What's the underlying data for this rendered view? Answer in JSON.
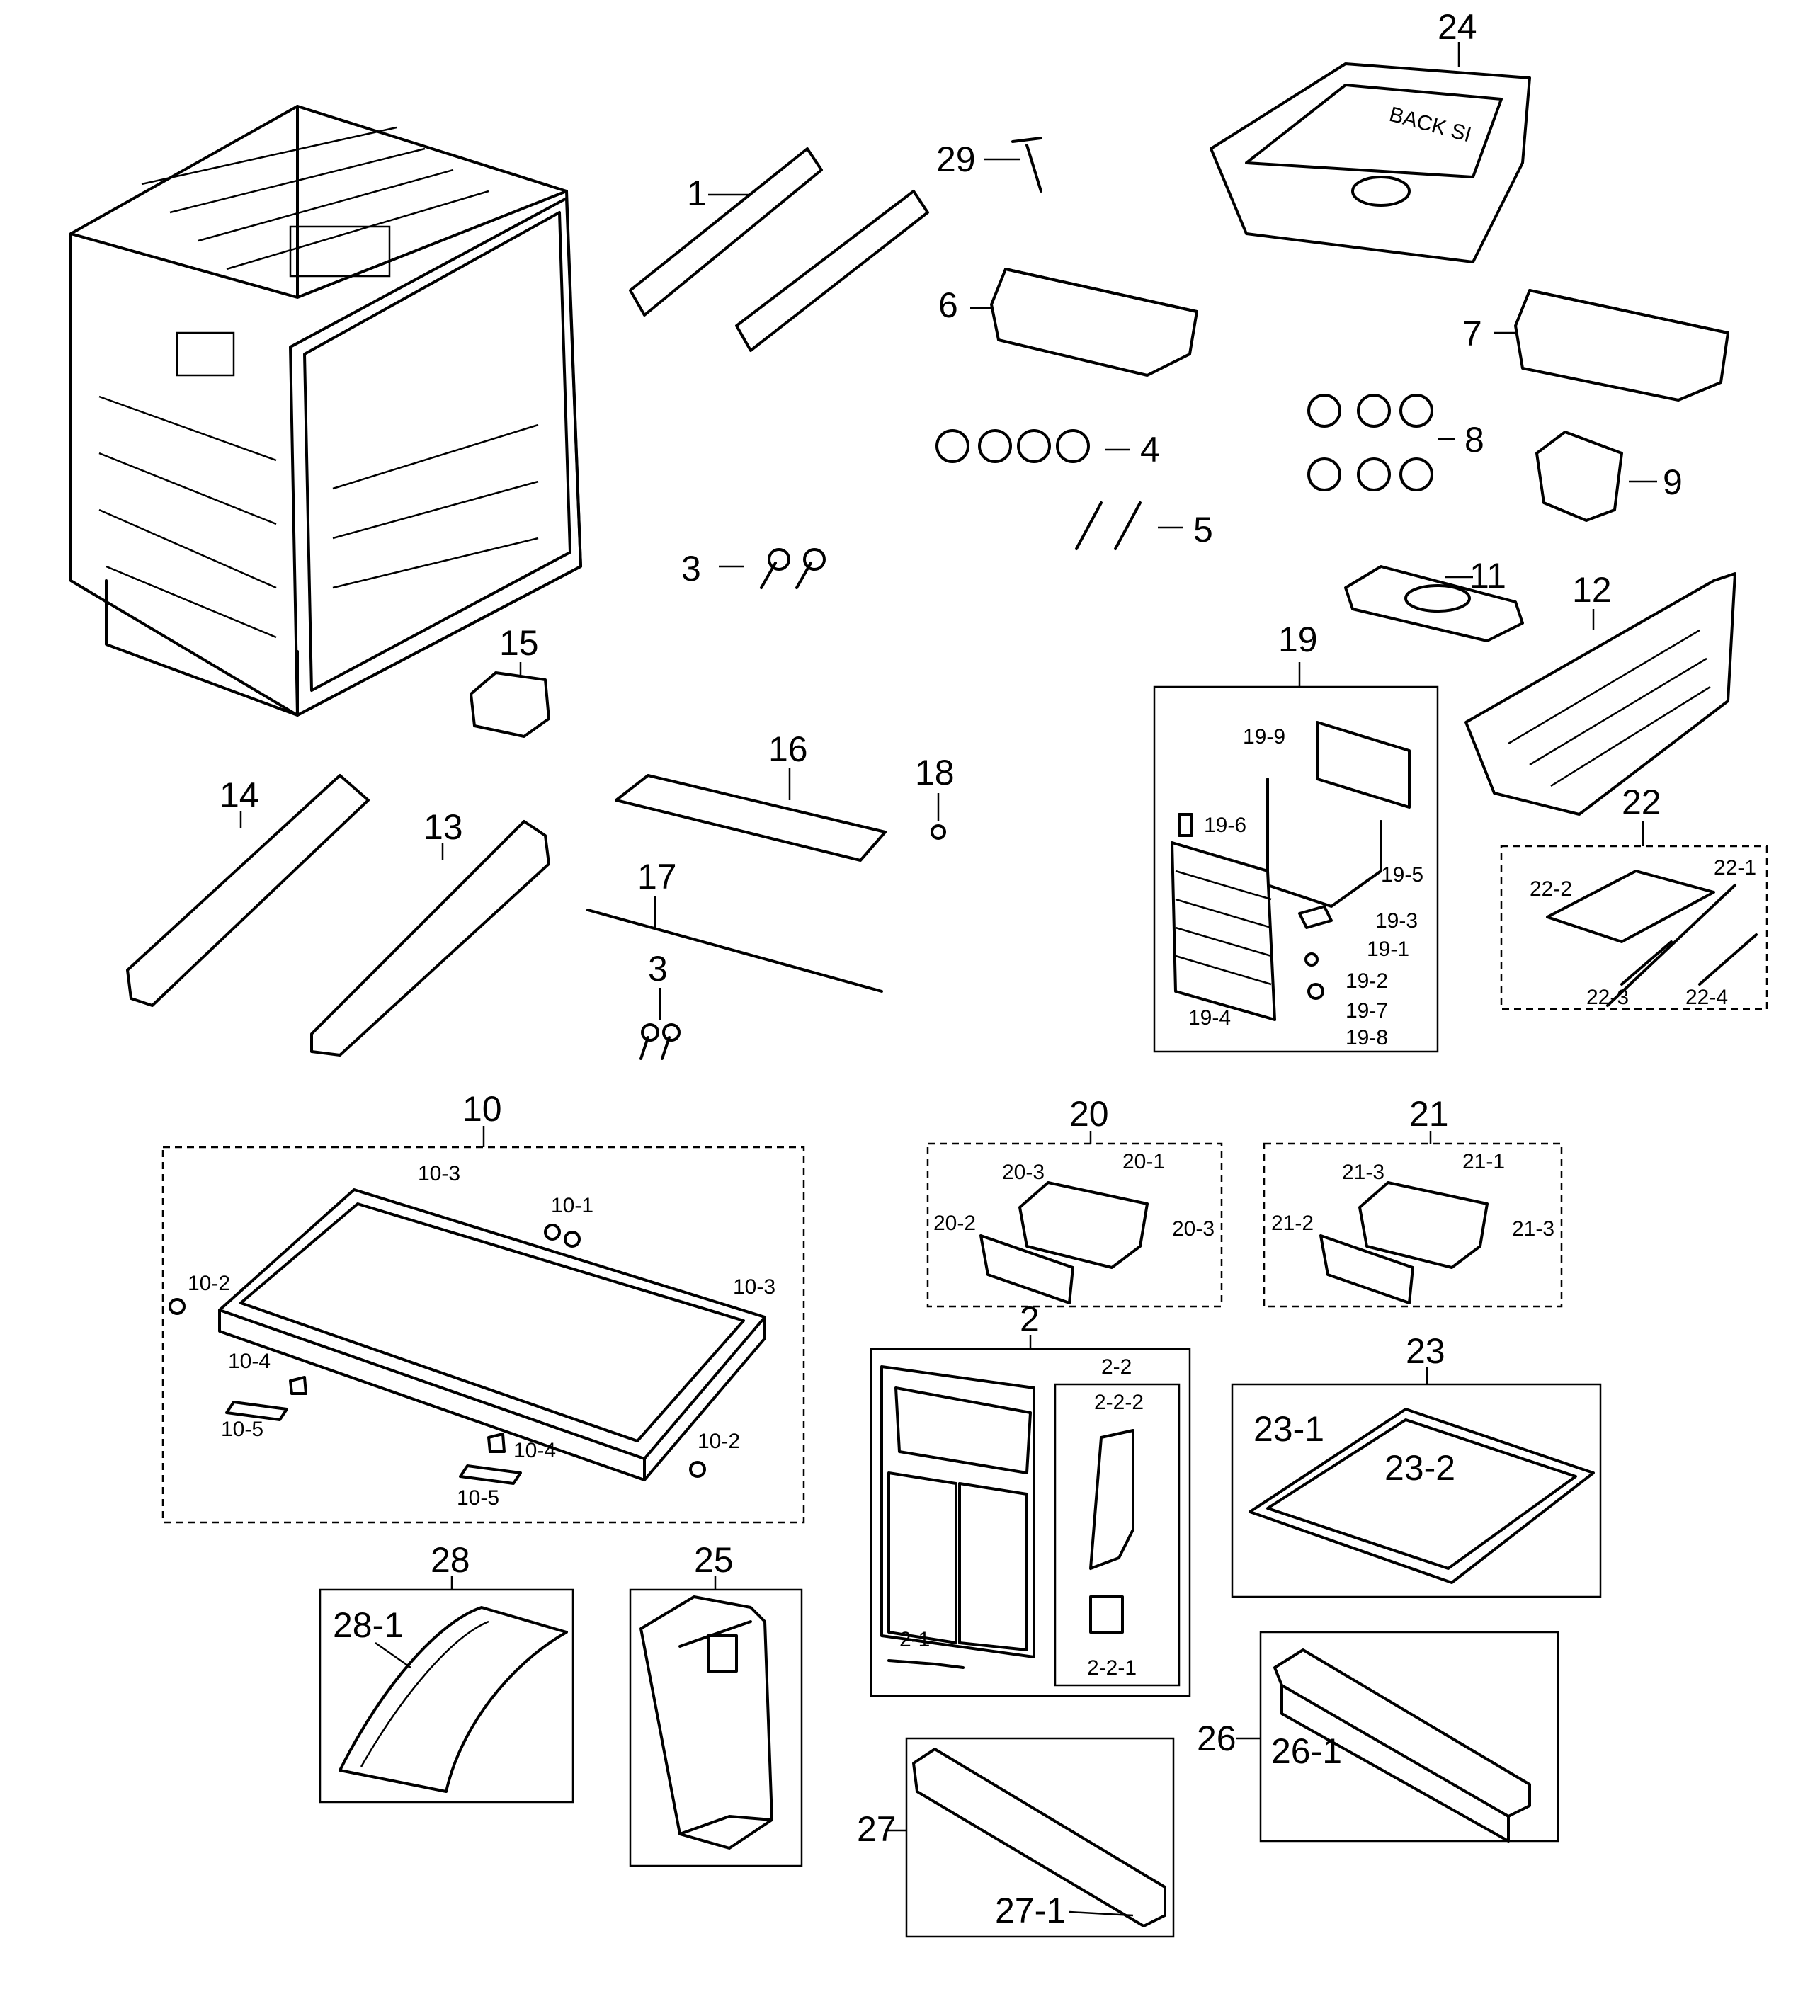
{
  "callouts": {
    "c1": "1",
    "c29": "29",
    "c24": "24",
    "c6": "6",
    "c7": "7",
    "c4": "4",
    "c8": "8",
    "c9": "9",
    "c5": "5",
    "c3a": "3",
    "c11": "11",
    "c12": "12",
    "c15": "15",
    "c19": "19",
    "c14": "14",
    "c13": "13",
    "c16": "16",
    "c18": "18",
    "c17": "17",
    "c3b": "3",
    "c22": "22",
    "c10": "10",
    "c20": "20",
    "c21": "21",
    "c2": "2",
    "c23": "23",
    "c28": "28",
    "c25": "25",
    "c26": "26",
    "c27": "27"
  },
  "sub": {
    "s19_9": "19-9",
    "s19_6": "19-6",
    "s19_5": "19-5",
    "s19_3": "19-3",
    "s19_1": "19-1",
    "s19_2": "19-2",
    "s19_7": "19-7",
    "s19_4": "19-4",
    "s19_8": "19-8",
    "s22_1": "22-1",
    "s22_2": "22-2",
    "s22_3": "22-3",
    "s22_4": "22-4",
    "s10_3a": "10-3",
    "s10_1": "10-1",
    "s10_2a": "10-2",
    "s10_3b": "10-3",
    "s10_4a": "10-4",
    "s10_5a": "10-5",
    "s10_4b": "10-4",
    "s10_2b": "10-2",
    "s10_5b": "10-5",
    "s20_3a": "20-3",
    "s20_1": "20-1",
    "s20_2": "20-2",
    "s20_3b": "20-3",
    "s21_3a": "21-3",
    "s21_1": "21-1",
    "s21_2": "21-2",
    "s21_3b": "21-3",
    "s2_2": "2-2",
    "s2_2_2": "2-2-2",
    "s2_1": "2-1",
    "s2_2_1": "2-2-1",
    "s23_1": "23-1",
    "s23_2": "23-2",
    "s28_1": "28-1",
    "s26_1": "26-1",
    "s27_1": "27-1"
  },
  "printed": {
    "bin_text": "BACK SI"
  }
}
